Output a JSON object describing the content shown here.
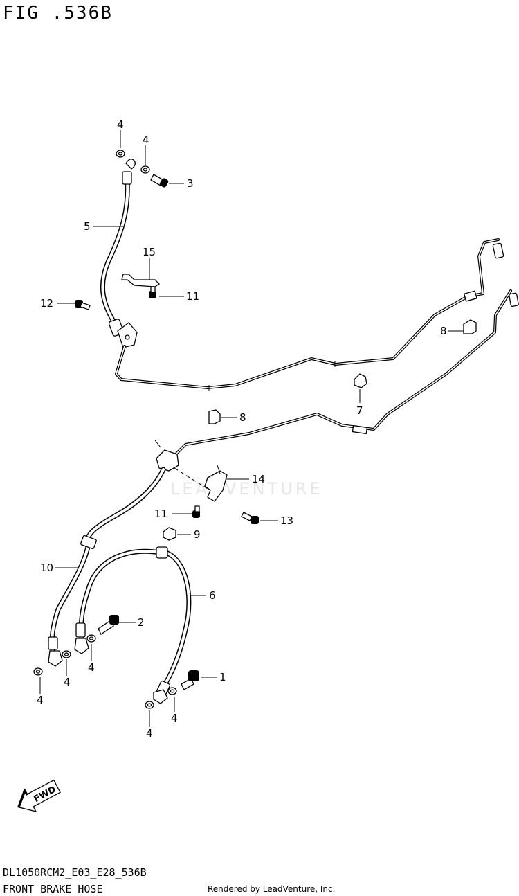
{
  "figure": {
    "title": "FIG .536B",
    "code": "DL1050RCM2_E03_E28_536B",
    "name": "FRONT BRAKE HOSE",
    "credit": "Rendered by LeadVenture, Inc.",
    "watermark": "LEADVENTURE"
  },
  "callouts": [
    {
      "id": "c1",
      "label": "1"
    },
    {
      "id": "c2",
      "label": "2"
    },
    {
      "id": "c3",
      "label": "3"
    },
    {
      "id": "c4a",
      "label": "4"
    },
    {
      "id": "c4b",
      "label": "4"
    },
    {
      "id": "c4c",
      "label": "4"
    },
    {
      "id": "c4d",
      "label": "4"
    },
    {
      "id": "c4e",
      "label": "4"
    },
    {
      "id": "c4f",
      "label": "4"
    },
    {
      "id": "c4g",
      "label": "4"
    },
    {
      "id": "c5",
      "label": "5"
    },
    {
      "id": "c6",
      "label": "6"
    },
    {
      "id": "c7",
      "label": "7"
    },
    {
      "id": "c8a",
      "label": "8"
    },
    {
      "id": "c8b",
      "label": "8"
    },
    {
      "id": "c9",
      "label": "9"
    },
    {
      "id": "c10",
      "label": "10"
    },
    {
      "id": "c11a",
      "label": "11"
    },
    {
      "id": "c11b",
      "label": "11"
    },
    {
      "id": "c12",
      "label": "12"
    },
    {
      "id": "c13",
      "label": "13"
    },
    {
      "id": "c14",
      "label": "14"
    },
    {
      "id": "c15",
      "label": "15"
    }
  ],
  "fwd_arrow": {
    "label": "FWD"
  }
}
